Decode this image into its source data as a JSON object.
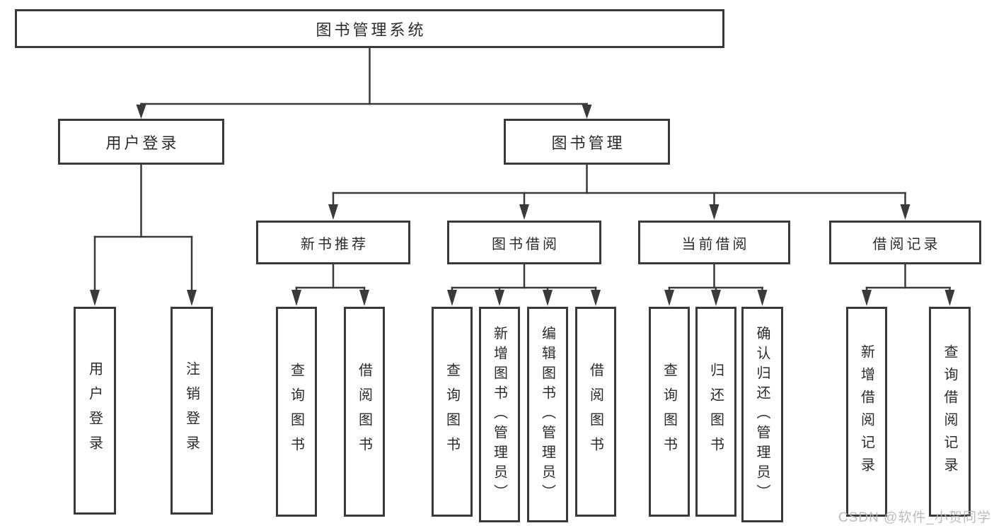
{
  "tree": {
    "label": "图书管理系统",
    "children": [
      {
        "label": "用户登录",
        "children": [
          {
            "label": "用户登录"
          },
          {
            "label": "注销登录"
          }
        ]
      },
      {
        "label": "图书管理",
        "children": [
          {
            "label": "新书推荐",
            "children": [
              {
                "label": "查询图书"
              },
              {
                "label": "借阅图书"
              }
            ]
          },
          {
            "label": "图书借阅",
            "children": [
              {
                "label": "查询图书"
              },
              {
                "label": "新增图书（管理员）"
              },
              {
                "label": "编辑图书（管理员）"
              },
              {
                "label": "借阅图书"
              }
            ]
          },
          {
            "label": "当前借阅",
            "children": [
              {
                "label": "查询图书"
              },
              {
                "label": "归还图书"
              },
              {
                "label": "确认归还（管理员）"
              }
            ]
          },
          {
            "label": "借阅记录",
            "children": [
              {
                "label": "新增借阅记录"
              },
              {
                "label": "查询借阅记录"
              }
            ]
          }
        ]
      }
    ]
  },
  "watermark": {
    "text": "CSDN @软件_小贺同学"
  },
  "colors": {
    "line": "#3a3a3a",
    "box_border": "#3a3a3a",
    "text": "#2b2b2b",
    "background": "#ffffff",
    "watermark": "#b6b6b6"
  }
}
